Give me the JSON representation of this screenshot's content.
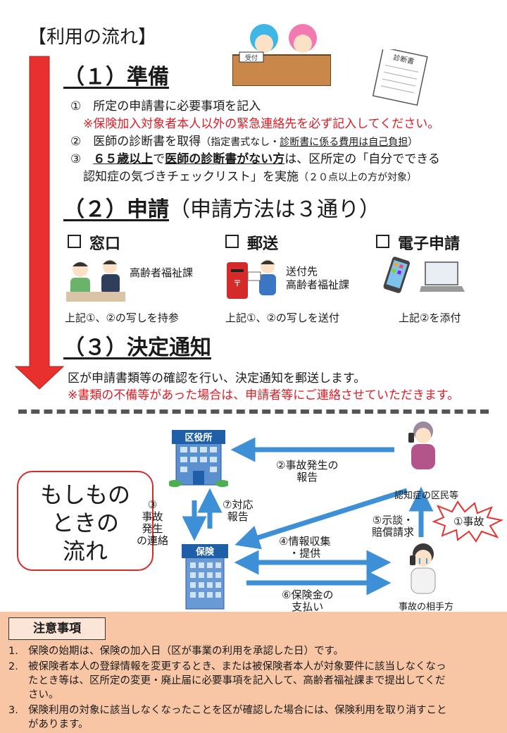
{
  "title": "【利用の流れ】",
  "step1": {
    "heading": "（１）準備",
    "item1": "①　所定の申請書に必要事項を記入",
    "item1_note": "※保険加入対象者本人以外の緊急連絡先を必ず記入してください。",
    "item2_main": "②　医師の診断書を取得",
    "item2_sub_a": "（指定書式なし・",
    "item2_sub_b": "診断書に係る費用は自己負担",
    "item2_sub_c": "）",
    "item3_a": "③　",
    "item3_b": "６５歳以上",
    "item3_c": "で",
    "item3_d": "医師の診断書がない方",
    "item3_e": "は、区所定の「自分でできる",
    "item3_line2": "認知症の気づきチェックリスト」を実施",
    "item3_line2_sub": "（２０点以上の方が対象）",
    "desk_sign": "受付",
    "doc_label": "診断書"
  },
  "step2": {
    "heading": "（２）申請",
    "heading_sub": "（申請方法は３通り）",
    "methods": [
      {
        "label": "窓口",
        "desc": "高齢者福祉課",
        "caption": "上記①、②の写しを持参"
      },
      {
        "label": "郵送",
        "desc1": "送付先",
        "desc2": "高齢者福祉課",
        "caption": "上記①、②の写しを送付"
      },
      {
        "label": "電子申請",
        "caption": "上記②を添付"
      }
    ]
  },
  "step3": {
    "heading": "（３）決定通知",
    "text": "区が申請書類等の確認を行い、決定通知を郵送します。",
    "note": "※書類の不備等があった場合は、申請者等にご連絡させていただきます。"
  },
  "flow": {
    "box_lines": [
      "もしもの",
      "ときの",
      "流れ"
    ],
    "ward_office": "区役所",
    "insurance": "保険",
    "resident": "認知症の区民等",
    "other_party": "事故の相手方",
    "accident": "①事故",
    "report_line1": "②事故発生の",
    "report_line2": "報告",
    "contact_lines": [
      "③",
      "事故",
      "発生",
      "の連絡"
    ],
    "response_lines": [
      "⑦対応",
      "報告"
    ],
    "info_line1": "④情報収集",
    "info_line2": "・提供",
    "claim_line1": "⑤示談・",
    "claim_line2": "賠償請求",
    "payment_line1": "⑥保険金の",
    "payment_line2": "支払い"
  },
  "notes": {
    "heading": "注意事項",
    "items": [
      {
        "num": "1.",
        "text": "保険の始期は、保険の加入日（区が事業の利用を承認した日）です。"
      },
      {
        "num": "2.",
        "line1": "被保険者本人の登録情報を変更するとき、または被保険者本人が対象要件に該当しなくなっ",
        "line2": "たとき等は、区所定の変更・廃止届に必要事項を記入して、高齢者福祉課まで提出してくだ",
        "line3": "さい。"
      },
      {
        "num": "3.",
        "line1": "保険利用の対象に該当しなくなったことを区が確認した場合には、保険利用を取り消すこと",
        "line2": "があります。"
      }
    ]
  },
  "colors": {
    "arrow_red": "#e8312f",
    "note_bg": "#f8c6a5",
    "flow_arrow": "#3d8fd6"
  }
}
